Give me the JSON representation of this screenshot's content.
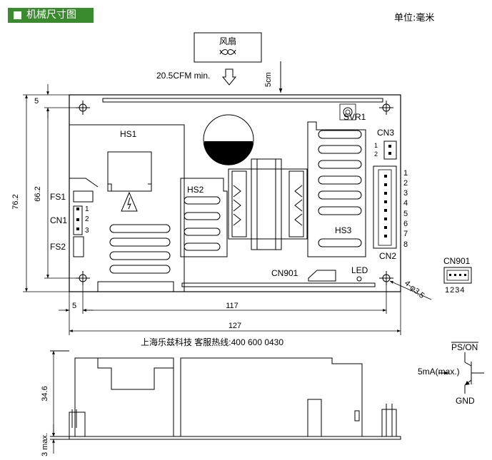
{
  "header": {
    "title": "机械尺寸图",
    "unit": "单位:毫米"
  },
  "fan": {
    "label": "风扇",
    "flow": "20.5CFM min.",
    "gap": "5cm"
  },
  "components": {
    "hs1": "HS1",
    "hs2": "HS2",
    "hs3": "HS3",
    "fs1": "FS1",
    "fs2": "FS2",
    "cn1": "CN1",
    "cn1_pins": [
      "1",
      "2",
      "3"
    ],
    "svr1": "SVR1",
    "cn3": "CN3",
    "cn3_pins": [
      "1",
      "2"
    ],
    "cn2": "CN2",
    "cn2_pins": [
      "1",
      "2",
      "3",
      "4",
      "5",
      "6",
      "7",
      "8"
    ],
    "cn901": "CN901",
    "led": "LED"
  },
  "dimensions": {
    "d5_top": "5",
    "d76": "76.2",
    "d66": "66.2",
    "d5_bottom": "5",
    "d117": "117",
    "d127": "127",
    "holes": "4-φ3.5",
    "d34": "34.6",
    "d3": "3 max."
  },
  "hotline": "上海乐兹科技 客服热线:400 600 0430",
  "connector": {
    "label": "CN901",
    "pins": "1234"
  },
  "pson": {
    "label": "PS/ON",
    "current": "5mA(max.)",
    "gnd": "GND"
  }
}
